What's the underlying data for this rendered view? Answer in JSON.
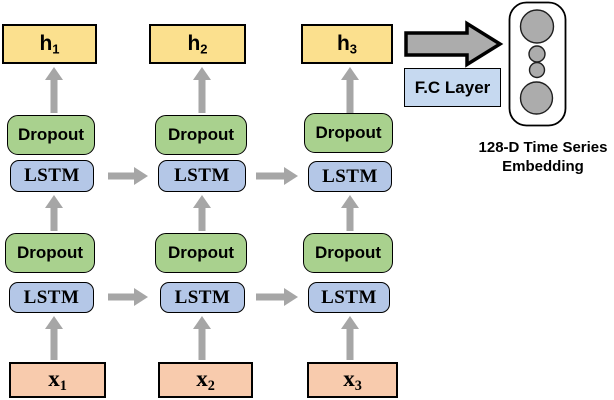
{
  "colors": {
    "h_box": "#FBE08E",
    "x_box": "#F8CBAD",
    "dropout_box": "#A9D18E",
    "lstm_box": "#B4C7E7",
    "fc_box": "#C6D9F0",
    "arrow_gray": "#A6A6A6",
    "big_arrow_fill": "#ACACAC",
    "circle_fill": "#ACACAC",
    "pill_fill": "#FFFFFF",
    "border": "#000000"
  },
  "columns": [
    {
      "h_base": "h",
      "h_sub": "1",
      "x_base": "x",
      "x_sub": "1",
      "dropout_top": "Dropout",
      "lstm_top": "LSTM",
      "dropout_bottom": "Dropout",
      "lstm_bottom": "LSTM"
    },
    {
      "h_base": "h",
      "h_sub": "2",
      "x_base": "x",
      "x_sub": "2",
      "dropout_top": "Dropout",
      "lstm_top": "LSTM",
      "dropout_bottom": "Dropout",
      "lstm_bottom": "LSTM"
    },
    {
      "h_base": "h",
      "h_sub": "3",
      "x_base": "x",
      "x_sub": "3",
      "dropout_top": "Dropout",
      "lstm_top": "LSTM",
      "dropout_bottom": "Dropout",
      "lstm_bottom": "LSTM"
    }
  ],
  "fc_layer": {
    "label": "F.C Layer"
  },
  "embedding": {
    "caption_line1": "128-D Time Series",
    "caption_line2": "Embedding",
    "neurons": [
      "large",
      "small",
      "small",
      "large"
    ]
  }
}
